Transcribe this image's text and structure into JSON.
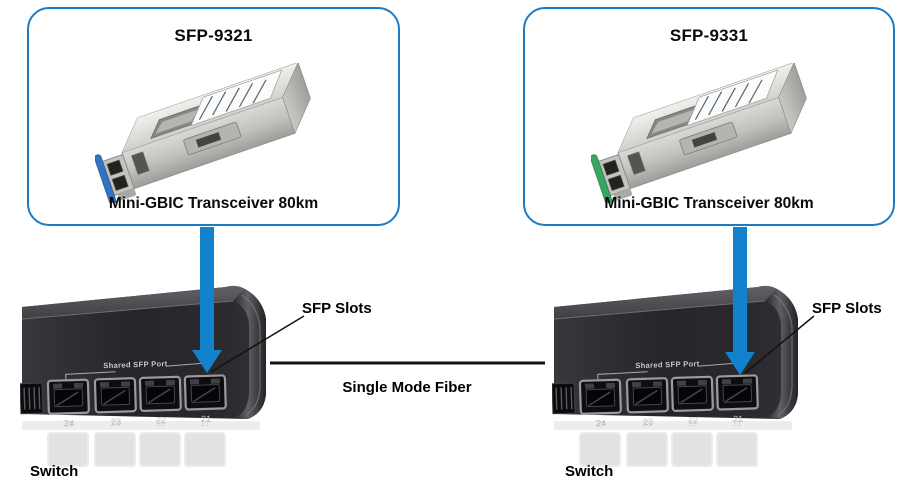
{
  "colors": {
    "panel_border_blue": "#1b7cc4",
    "arrow_blue": "#1282cc",
    "fiber_line_black": "#111111"
  },
  "panels": [
    {
      "title": "SFP-9321",
      "caption": "Mini-GBIC Transceiver 80km",
      "clip_color": "#3174c6"
    },
    {
      "title": "SFP-9331",
      "caption": "Mini-GBIC Transceiver 80km",
      "clip_color": "#33a95f"
    }
  ],
  "connections": {
    "slot_label": "SFP Slots",
    "fiber_label": "Single Mode Fiber"
  },
  "switch_unit": {
    "shared_label": "Shared SFP Port",
    "ports": [
      "24",
      "23",
      "22",
      "21"
    ],
    "device_label": "Switch"
  }
}
